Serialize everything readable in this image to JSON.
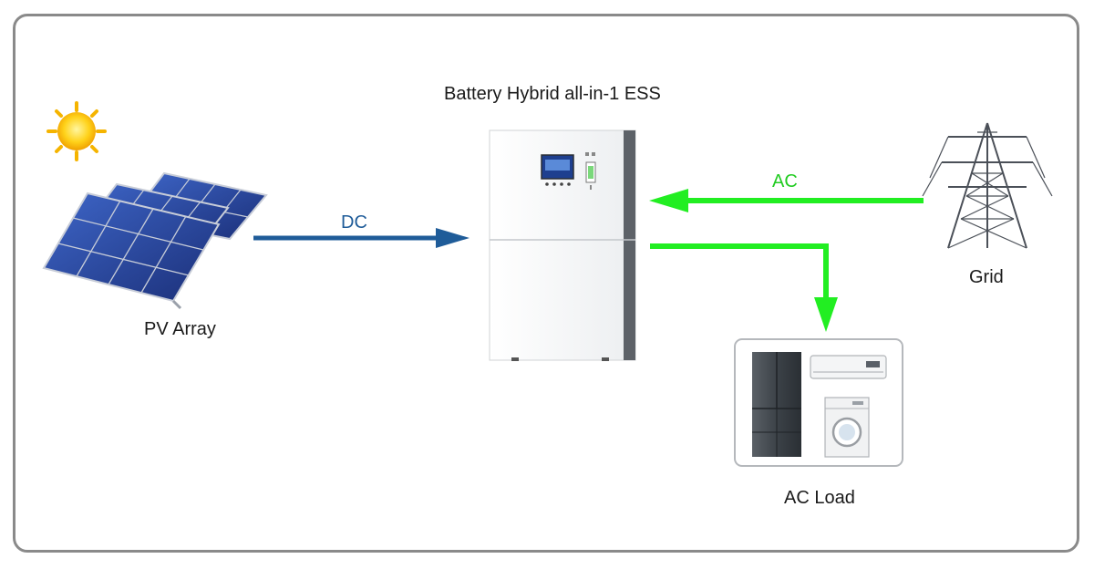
{
  "title": "Battery Hybrid all-in-1 ESS",
  "nodes": {
    "pv": {
      "label": "PV Array"
    },
    "grid": {
      "label": "Grid"
    },
    "load": {
      "label": "AC Load"
    }
  },
  "flows": {
    "dc": {
      "label": "DC",
      "color": "#1f5c99"
    },
    "ac": {
      "label": "AC",
      "color": "#22ee22"
    }
  },
  "colors": {
    "frame": "#8a8a8a",
    "cabinet": "#f2f3f5",
    "screen": "#1e3f8f"
  }
}
